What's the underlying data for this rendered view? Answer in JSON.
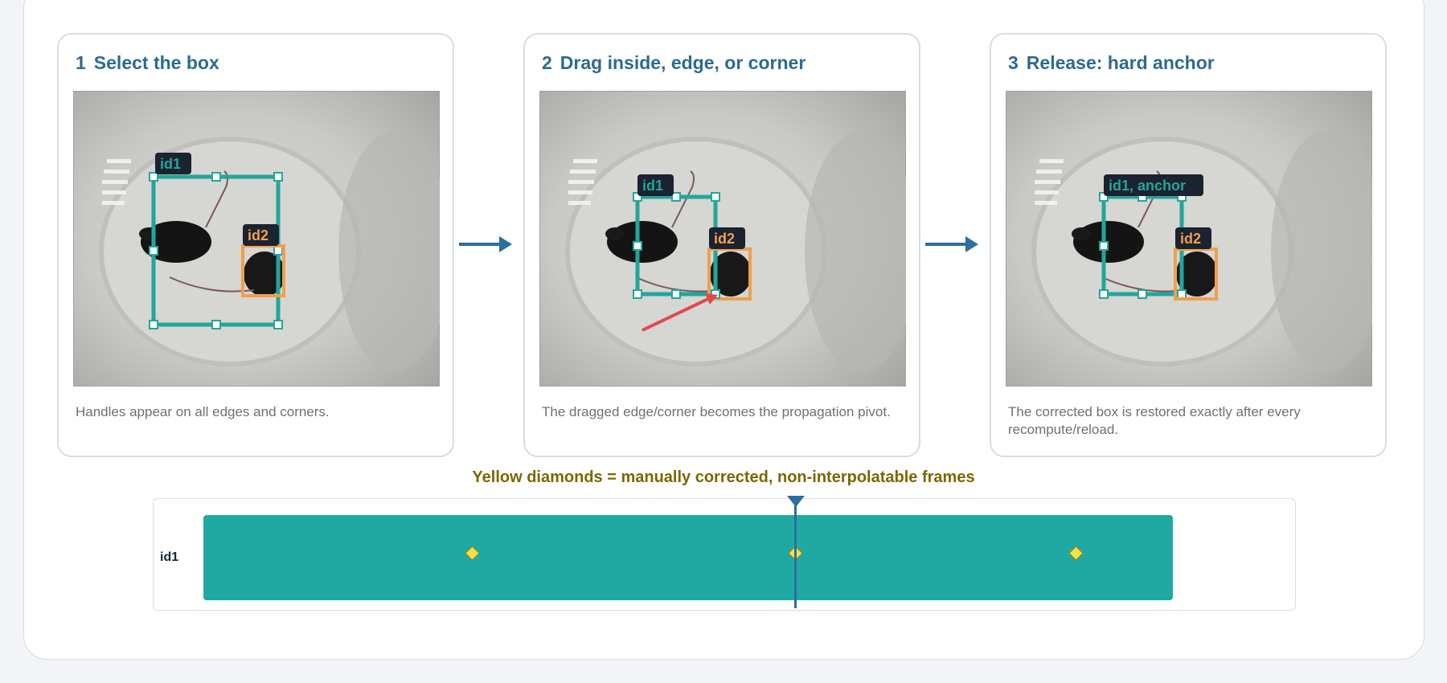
{
  "steps": [
    {
      "number": "1",
      "title": "Select the box",
      "caption": "Handles appear on all edges and corners.",
      "id1_label": "id1",
      "id2_label": "id2"
    },
    {
      "number": "2",
      "title": "Drag inside, edge, or corner",
      "caption": "The dragged edge/corner becomes the propagation pivot.",
      "id1_label": "id1",
      "id2_label": "id2"
    },
    {
      "number": "3",
      "title": "Release: hard anchor",
      "caption": "The corrected box is restored exactly after every recompute/reload.",
      "id1_label": "id1, anchor",
      "id2_label": "id2"
    }
  ],
  "legend": {
    "title": "Yellow diamonds = manually corrected, non-interpolatable frames"
  },
  "timeline": {
    "track_label": "id1",
    "keyframe_positions": [
      0.277,
      0.61,
      0.9
    ],
    "playhead_position": 0.61
  },
  "colors": {
    "id1_box": "#24a59c",
    "id2_box": "#f0a04b",
    "drag_arrow": "#e0484c",
    "track": "#20a9a3",
    "keyframe": "#f4e04d",
    "playhead": "#2c6f9e",
    "title": "#2d6b8e",
    "legend_text": "#7b6700"
  }
}
